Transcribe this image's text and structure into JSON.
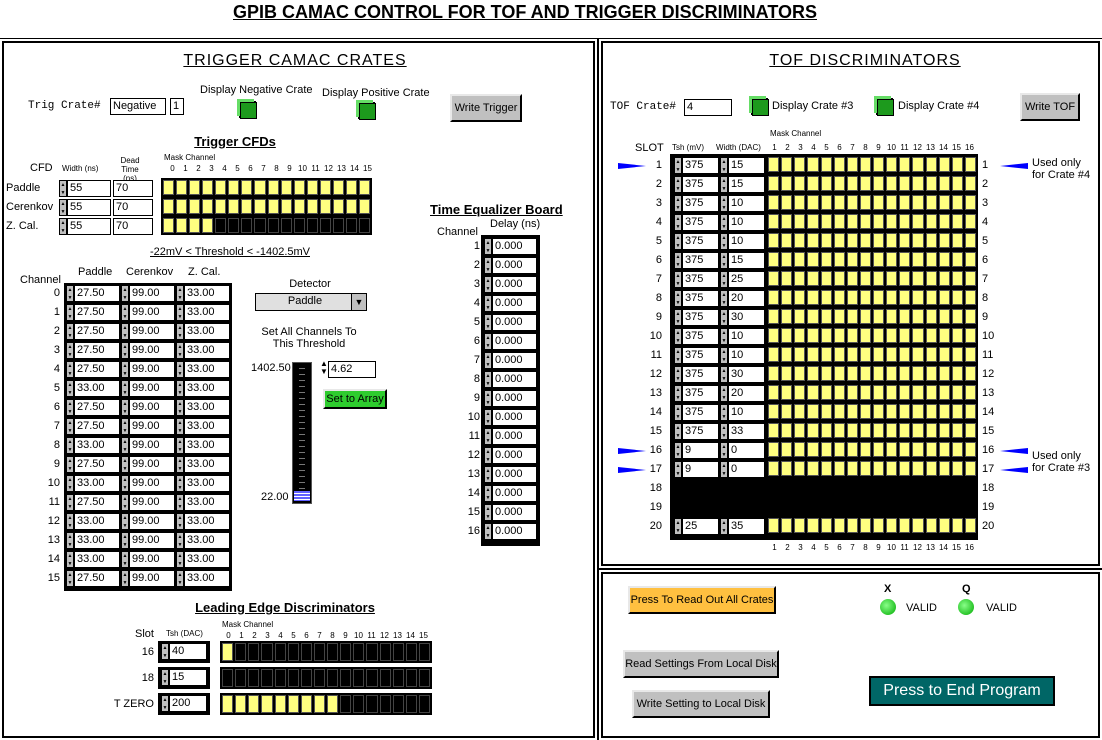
{
  "app_title": "GPIB CAMAC CONTROL FOR TOF AND TRIGGER DISCRIMINATORS",
  "trig": {
    "panel_title": "TRIGGER CAMAC CRATES",
    "crate_label": "Trig Crate#",
    "crate_value": "Negative",
    "crate_num": "1",
    "disp_neg": "Display Negative Crate",
    "disp_pos": "Display Positive Crate",
    "write_btn": "Write Trigger",
    "cfds_title": "Trigger CFDs",
    "cfd_label": "CFD",
    "width_hdr": "Width (ns)",
    "dead_hdr": "Dead Time (ns)",
    "mask_label": "Mask Channel",
    "rows": [
      {
        "name": "Paddle",
        "width": "55",
        "dead": "70",
        "mask": [
          1,
          1,
          1,
          1,
          1,
          1,
          1,
          1,
          1,
          1,
          1,
          1,
          1,
          1,
          1,
          1
        ]
      },
      {
        "name": "Cerenkov",
        "width": "55",
        "dead": "70",
        "mask": [
          1,
          1,
          1,
          1,
          1,
          1,
          1,
          1,
          1,
          1,
          1,
          1,
          1,
          1,
          1,
          1
        ]
      },
      {
        "name": "Z. Cal.",
        "width": "55",
        "dead": "70",
        "mask": [
          1,
          1,
          1,
          1,
          0,
          0,
          0,
          0,
          0,
          0,
          0,
          0,
          0,
          0,
          0,
          0
        ]
      }
    ],
    "threshold_note": "-22mV < Threshold < -1402.5mV",
    "ch_label": "Channel",
    "paddle_hdr": "Paddle",
    "cerenkov_hdr": "Cerenkov",
    "zcal_hdr": "Z. Cal.",
    "paddle": [
      "27.50",
      "27.50",
      "27.50",
      "27.50",
      "27.50",
      "33.00",
      "27.50",
      "27.50",
      "33.00",
      "27.50",
      "33.00",
      "27.50",
      "33.00",
      "33.00",
      "33.00",
      "27.50"
    ],
    "cerenkov": [
      "99.00",
      "99.00",
      "99.00",
      "99.00",
      "99.00",
      "99.00",
      "99.00",
      "99.00",
      "99.00",
      "99.00",
      "99.00",
      "99.00",
      "99.00",
      "99.00",
      "99.00",
      "99.00"
    ],
    "zcal": [
      "33.00",
      "33.00",
      "33.00",
      "33.00",
      "33.00",
      "33.00",
      "33.00",
      "33.00",
      "33.00",
      "33.00",
      "33.00",
      "33.00",
      "33.00",
      "33.00",
      "33.00",
      "33.00"
    ],
    "detector_label": "Detector",
    "detector_value": "Paddle",
    "set_all": "Set All Channels To This Threshold",
    "slider_max": "1402.50",
    "slider_min": "22.00",
    "slider_value": "4.62",
    "slider_fraction": 0.0,
    "set_array_btn": "Set to Array",
    "te_title": "Time Equalizer Board",
    "te_channel": "Channel",
    "te_delay": "Delay (ns)",
    "te_values": [
      "0.000",
      "0.000",
      "0.000",
      "0.000",
      "0.000",
      "0.000",
      "0.000",
      "0.000",
      "0.000",
      "0.000",
      "0.000",
      "0.000",
      "0.000",
      "0.000",
      "0.000",
      "0.000"
    ],
    "led_title": "Leading Edge Discriminators",
    "led_slot": "Slot",
    "led_tsh": "Tsh (DAC)",
    "led_rows": [
      {
        "slot": "16",
        "tsh": "40",
        "mask": [
          1,
          0,
          0,
          0,
          0,
          0,
          0,
          0,
          0,
          0,
          0,
          0,
          0,
          0,
          0,
          0
        ]
      },
      {
        "slot": "18",
        "tsh": "15",
        "mask": [
          0,
          0,
          0,
          0,
          0,
          0,
          0,
          0,
          0,
          0,
          0,
          0,
          0,
          0,
          0,
          0
        ]
      },
      {
        "slot": "T ZERO",
        "tsh": "200",
        "mask": [
          1,
          1,
          1,
          1,
          1,
          1,
          1,
          1,
          1,
          0,
          0,
          0,
          0,
          0,
          0,
          0
        ]
      }
    ]
  },
  "tof": {
    "panel_title": "TOF DISCRIMINATORS",
    "crate_label": "TOF Crate#",
    "crate_value": "4",
    "disp3": "Display Crate #3",
    "disp4": "Display Crate #4",
    "write_btn": "Write TOF",
    "slot_label": "SLOT",
    "tsh_hdr": "Tsh (mV)",
    "width_hdr": "Width (DAC)",
    "mask_label": "Mask Channel",
    "slots": [
      {
        "s": "1",
        "t": "375",
        "w": "15"
      },
      {
        "s": "2",
        "t": "375",
        "w": "15"
      },
      {
        "s": "3",
        "t": "375",
        "w": "10"
      },
      {
        "s": "4",
        "t": "375",
        "w": "10"
      },
      {
        "s": "5",
        "t": "375",
        "w": "10"
      },
      {
        "s": "6",
        "t": "375",
        "w": "15"
      },
      {
        "s": "7",
        "t": "375",
        "w": "25"
      },
      {
        "s": "8",
        "t": "375",
        "w": "20"
      },
      {
        "s": "9",
        "t": "375",
        "w": "30"
      },
      {
        "s": "10",
        "t": "375",
        "w": "10"
      },
      {
        "s": "11",
        "t": "375",
        "w": "10"
      },
      {
        "s": "12",
        "t": "375",
        "w": "30"
      },
      {
        "s": "13",
        "t": "375",
        "w": "20"
      },
      {
        "s": "14",
        "t": "375",
        "w": "10"
      },
      {
        "s": "15",
        "t": "375",
        "w": "33"
      },
      {
        "s": "16",
        "t": "9",
        "w": "0"
      },
      {
        "s": "17",
        "t": "9",
        "w": "0"
      },
      {
        "s": "18",
        "t": "",
        "w": ""
      },
      {
        "s": "19",
        "t": "",
        "w": ""
      },
      {
        "s": "20",
        "t": "25",
        "w": "35"
      }
    ],
    "note4": "Used only for Crate #4",
    "note3": "Used only for Crate #3"
  },
  "ctrl": {
    "readout_btn": "Press To Read Out All Crates",
    "x_label": "X",
    "q_label": "Q",
    "valid": "VALID",
    "read_btn": "Read Settings From Local Disk",
    "write_btn": "Write Setting to Local Disk",
    "end_btn": "Press to End Program"
  },
  "colors": {
    "mask_on": "#ffff80",
    "mask_off": "#000000",
    "led_green": "#2ecc2e",
    "end_btn": "#006666",
    "readout_btn": "#ffc040"
  }
}
